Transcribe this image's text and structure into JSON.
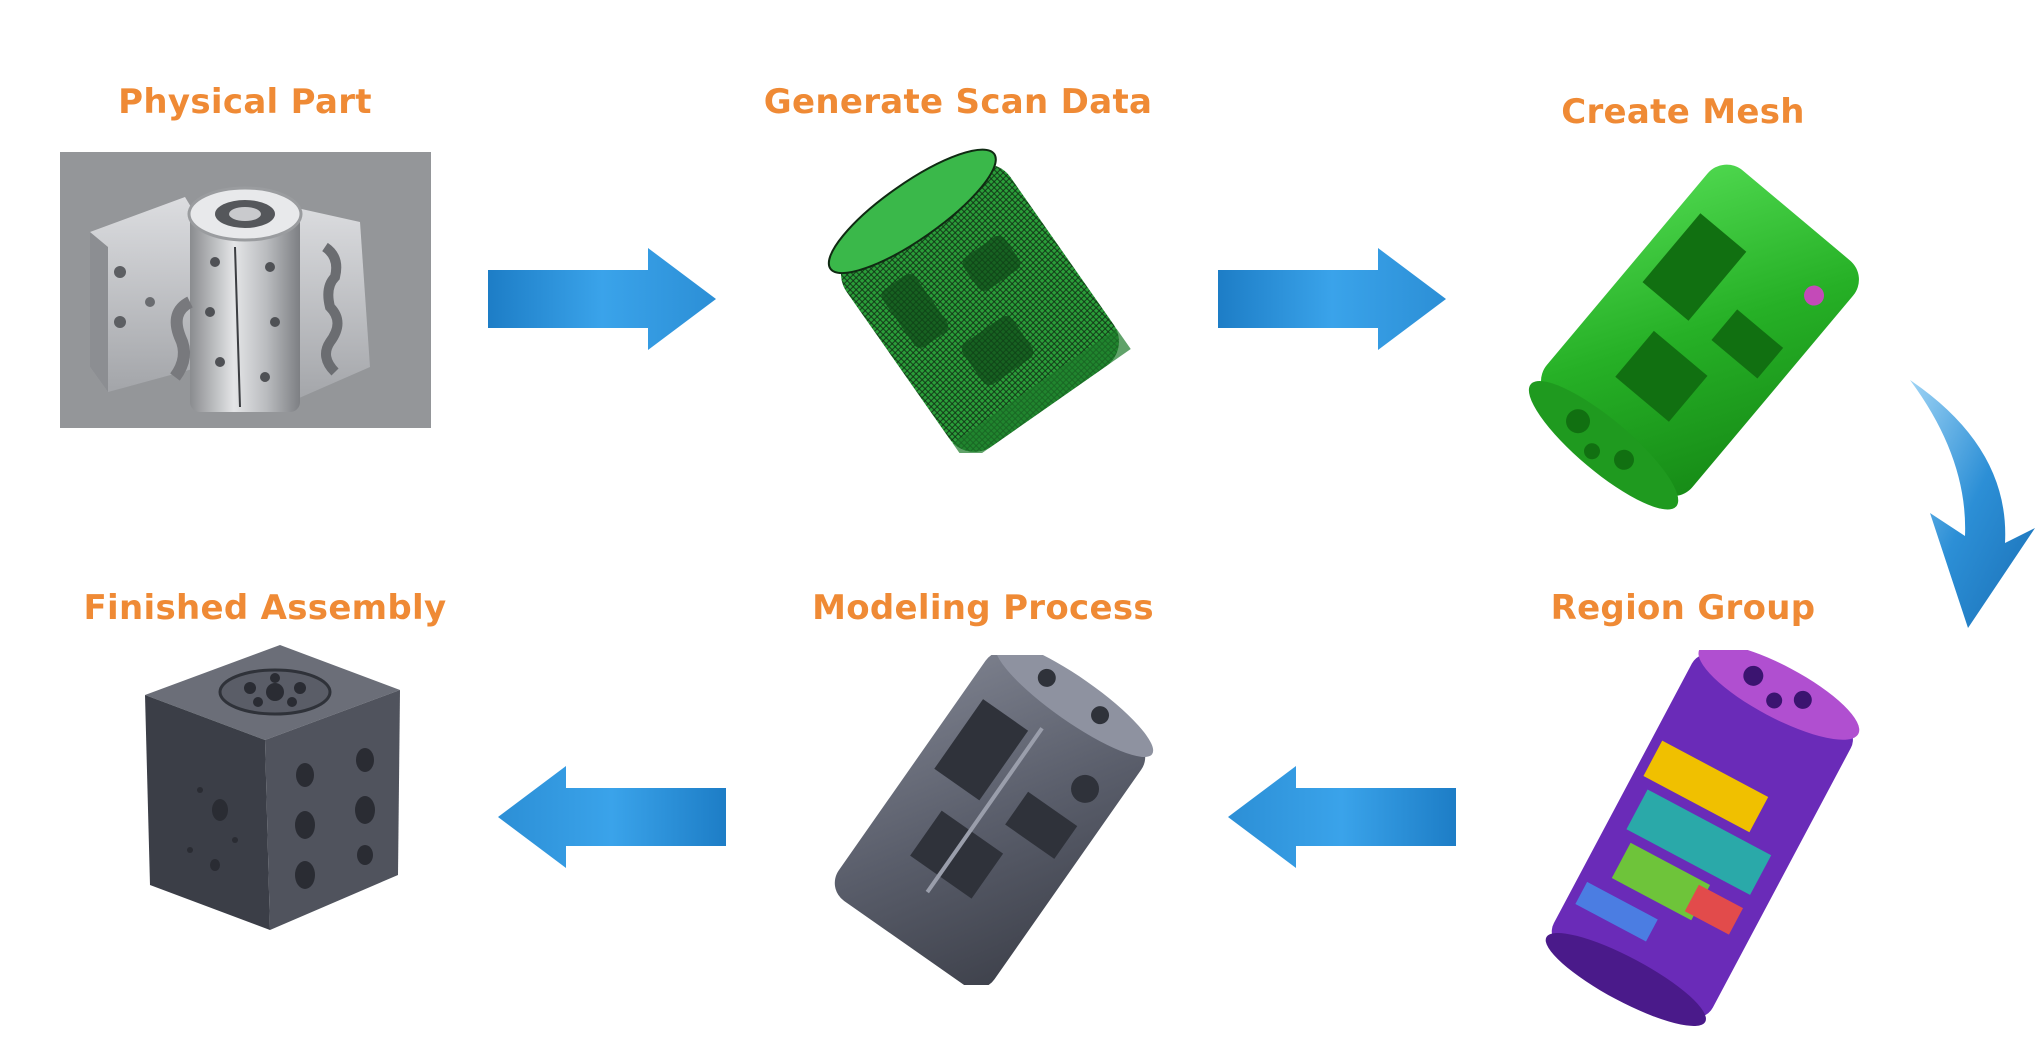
{
  "steps": [
    {
      "title": "Physical Part"
    },
    {
      "title": "Generate Scan Data"
    },
    {
      "title": "Create Mesh"
    },
    {
      "title": "Region Group"
    },
    {
      "title": "Modeling Process"
    },
    {
      "title": "Finished Assembly"
    }
  ],
  "colors": {
    "title": "#ef8a35",
    "arrow": "#2c8fd6",
    "mesh_green": "#2fbf2f",
    "region_purple": "#6a2bb8",
    "model_gray": "#4e5260",
    "assembly_gray": "#3f424c"
  },
  "icons": {
    "arrow_1": "arrow-right-icon",
    "arrow_2": "arrow-right-icon",
    "arrow_3": "arrow-curved-down-icon",
    "arrow_4": "arrow-left-icon",
    "arrow_5": "arrow-left-icon"
  }
}
